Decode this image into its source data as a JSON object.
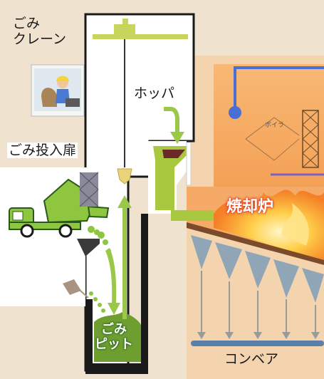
{
  "labels": {
    "crane_line1": "ごみ",
    "crane_line2": "クレーン",
    "hopper": "ホッパ",
    "loading_door": "ごみ投入扉",
    "incinerator": "焼却炉",
    "pit_line1": "ごみ",
    "pit_line2": "ピット",
    "conveyor": "コンベア",
    "boiler": "ボイラ"
  },
  "colors": {
    "background": "#efe2cf",
    "building": "#ffffff",
    "outline": "#1a1a1a",
    "crane": "#c8d45c",
    "waste_green": "#8ec63f",
    "incinerator_orange": "#f7a65a",
    "boiler_blue": "#4a6fd4",
    "hopper_arrow": "#9cc84a",
    "ash_hopper": "#7f9fb8",
    "conveyor": "#5a7fa8"
  },
  "icons": {
    "operator": "crane-operator-icon",
    "truck": "garbage-truck-icon",
    "flame": "fire-icon"
  }
}
